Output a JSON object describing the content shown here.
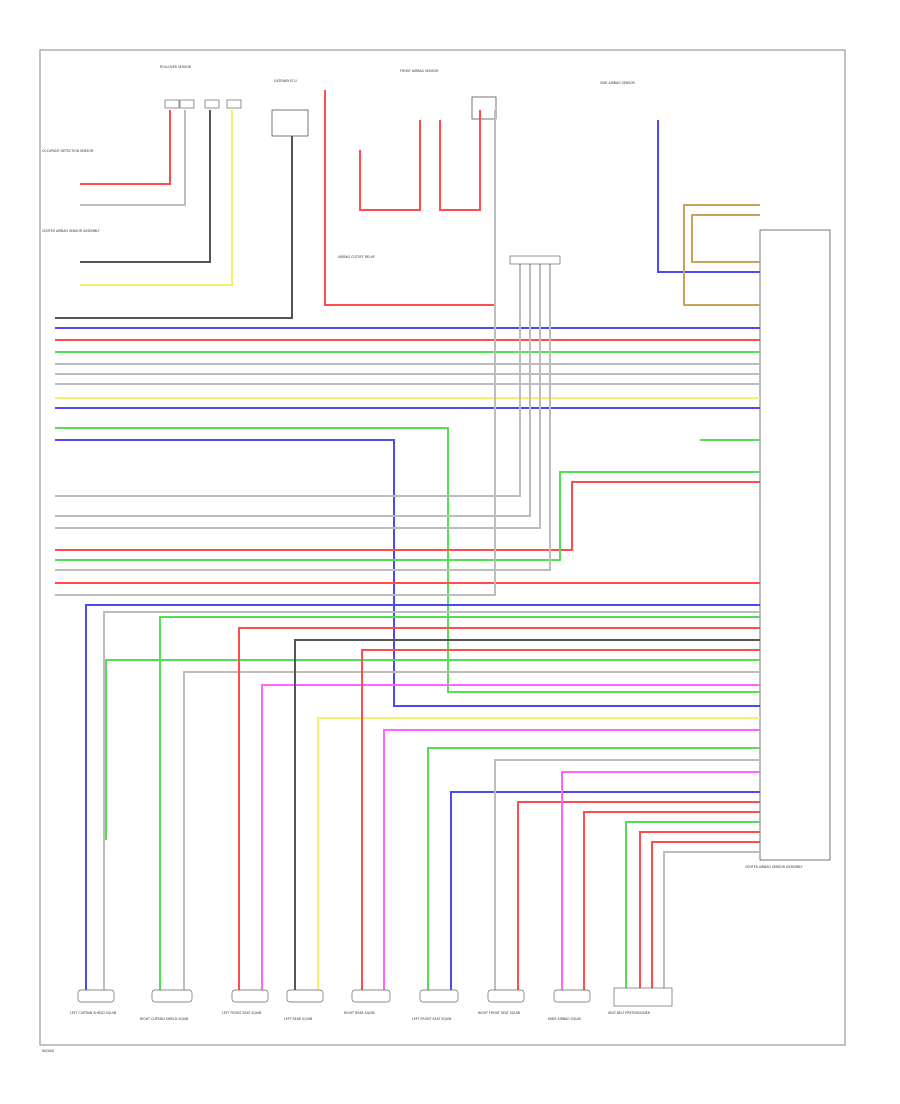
{
  "colors": {
    "red": "#ff4d4d",
    "blue": "#4a4af0",
    "green": "#55dd55",
    "yellow": "#f2f26a",
    "gray": "#bdbdbd",
    "dark": "#555555",
    "pink": "#ff66ff",
    "tan": "#c8a45a"
  },
  "labels": {
    "inflator_sensor": "ROLLOVER SENSOR",
    "occupant_sensor": "OCCUPANT DETECTION SENSOR",
    "airbag_sensor": "CENTER AIRBAG SENSOR ASSEMBLY",
    "gateway_ecu": "GATEWAY ECU",
    "sensor_label_a": "FRONT AIRBAG SENSOR",
    "sensor_label_b": "SIDE AIRBAG SENSOR",
    "relay_label": "AIRBAG CUTOFF RELAY",
    "main_module": "CENTER AIRBAG SENSOR ASSEMBLY",
    "bottom_1": "LEFT CURTAIN SHIELD SQUIB",
    "bottom_2": "RIGHT CURTAIN SHIELD SQUIB",
    "bottom_3": "LEFT FRONT SEAT SQUIB",
    "bottom_4": "LEFT REAR SQUIB",
    "bottom_5": "RIGHT REAR SQUIB",
    "bottom_6": "LEFT FRONT SEAT SQUIB",
    "bottom_7": "RIGHT FRONT SEAT SQUIB",
    "bottom_8": "KNEE AIRBAG SQUIB",
    "bottom_9": "SEAT BELT PRETENSIONER",
    "footer": "W/DIAG"
  }
}
